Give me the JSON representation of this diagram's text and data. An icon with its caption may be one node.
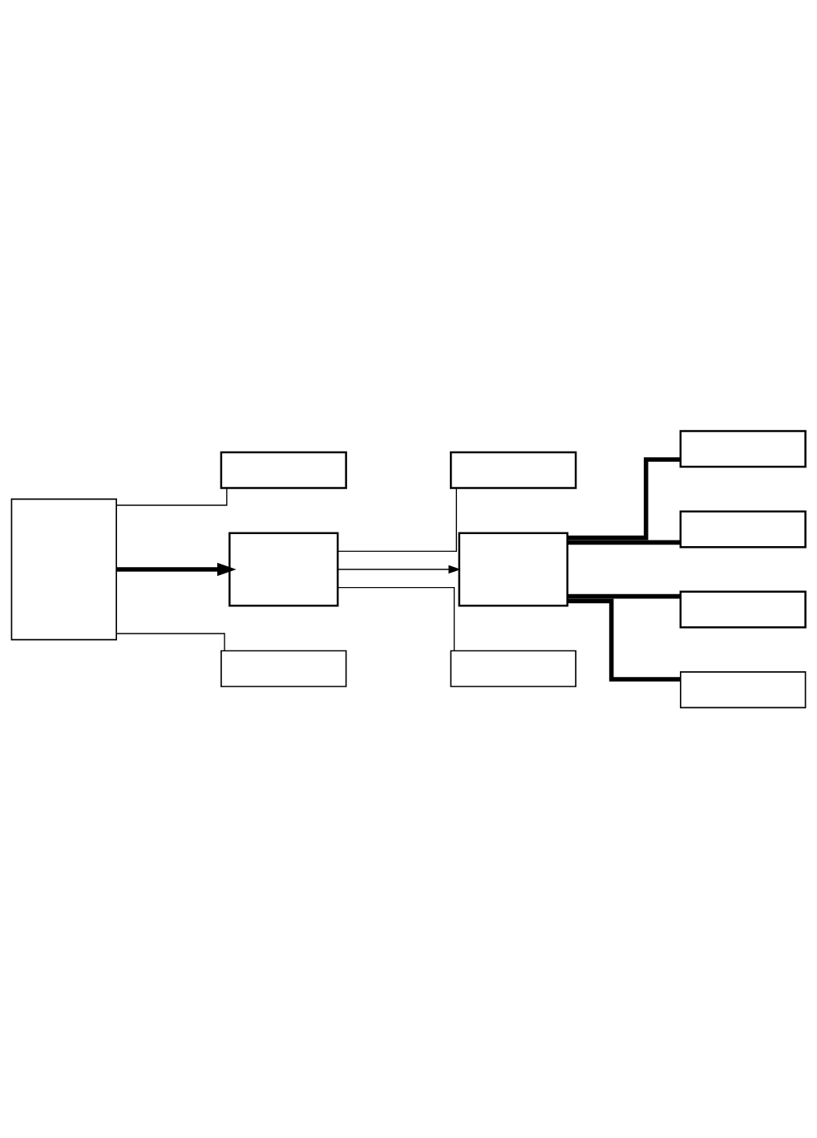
{
  "diagram": {
    "nodes": [
      {
        "text": [],
        "shape": "box"
      },
      {
        "text": [],
        "shape": "box"
      },
      {
        "text": [],
        "shape": "box"
      },
      {
        "text": [],
        "shape": "box"
      },
      {
        "text": [],
        "shape": "box"
      },
      {
        "text": [],
        "shape": "box"
      },
      {
        "text": [],
        "shape": "box"
      },
      {
        "text": [],
        "shape": "box"
      },
      {
        "text": [],
        "shape": "box"
      },
      {
        "text": [],
        "shape": "box"
      },
      {
        "text": [],
        "shape": "box"
      }
    ],
    "edges": [
      {
        "from": 0,
        "to": 1,
        "arrow": "none"
      },
      {
        "from": 0,
        "to": 2,
        "arrow": "to",
        "style": "thick"
      },
      {
        "from": 0,
        "to": 3,
        "arrow": "none"
      },
      {
        "from": 2,
        "to": 4,
        "arrow": "none"
      },
      {
        "from": 2,
        "to": 5,
        "arrow": "to"
      },
      {
        "from": 2,
        "to": 6,
        "arrow": "none"
      },
      {
        "from": 5,
        "to": 7,
        "arrow": "none",
        "style": "thick"
      },
      {
        "from": 5,
        "to": 8,
        "arrow": "none",
        "style": "thick"
      },
      {
        "from": 5,
        "to": 9,
        "arrow": "none",
        "style": "thick"
      },
      {
        "from": 5,
        "to": 10,
        "arrow": "none",
        "style": "thick"
      }
    ]
  }
}
